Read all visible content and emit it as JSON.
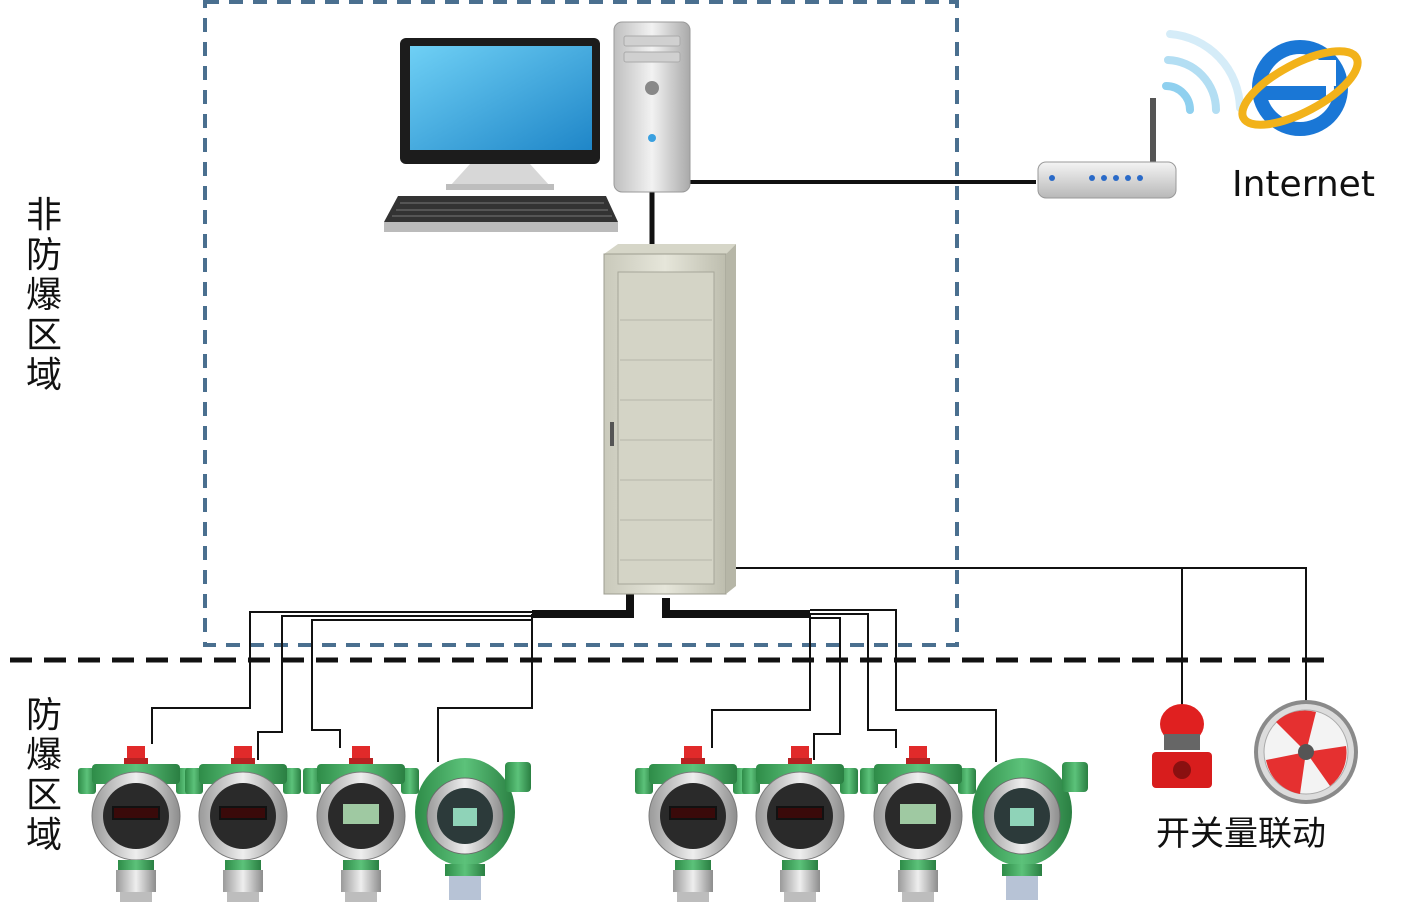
{
  "zones": {
    "non_explosion_proof": "非防爆区域",
    "explosion_proof": "防爆区域"
  },
  "internet_label": "Internet",
  "linkage_label": "开关量联动",
  "colors": {
    "boundary_dash": "#4a6f8f",
    "zone_divider": "#111111",
    "detector_green": "#3aa55a",
    "alarm_red": "#e03030",
    "screen_blue": "#2a9ad8",
    "cabinet_beige": "#dcdccf"
  },
  "icons": [
    "monitor-icon",
    "keyboard-icon",
    "pc-tower-icon",
    "router-icon",
    "wifi-signal-icon",
    "ie-browser-icon",
    "cabinet-icon",
    "gas-detector-icon",
    "alarm-light-icon",
    "exhaust-fan-icon"
  ]
}
